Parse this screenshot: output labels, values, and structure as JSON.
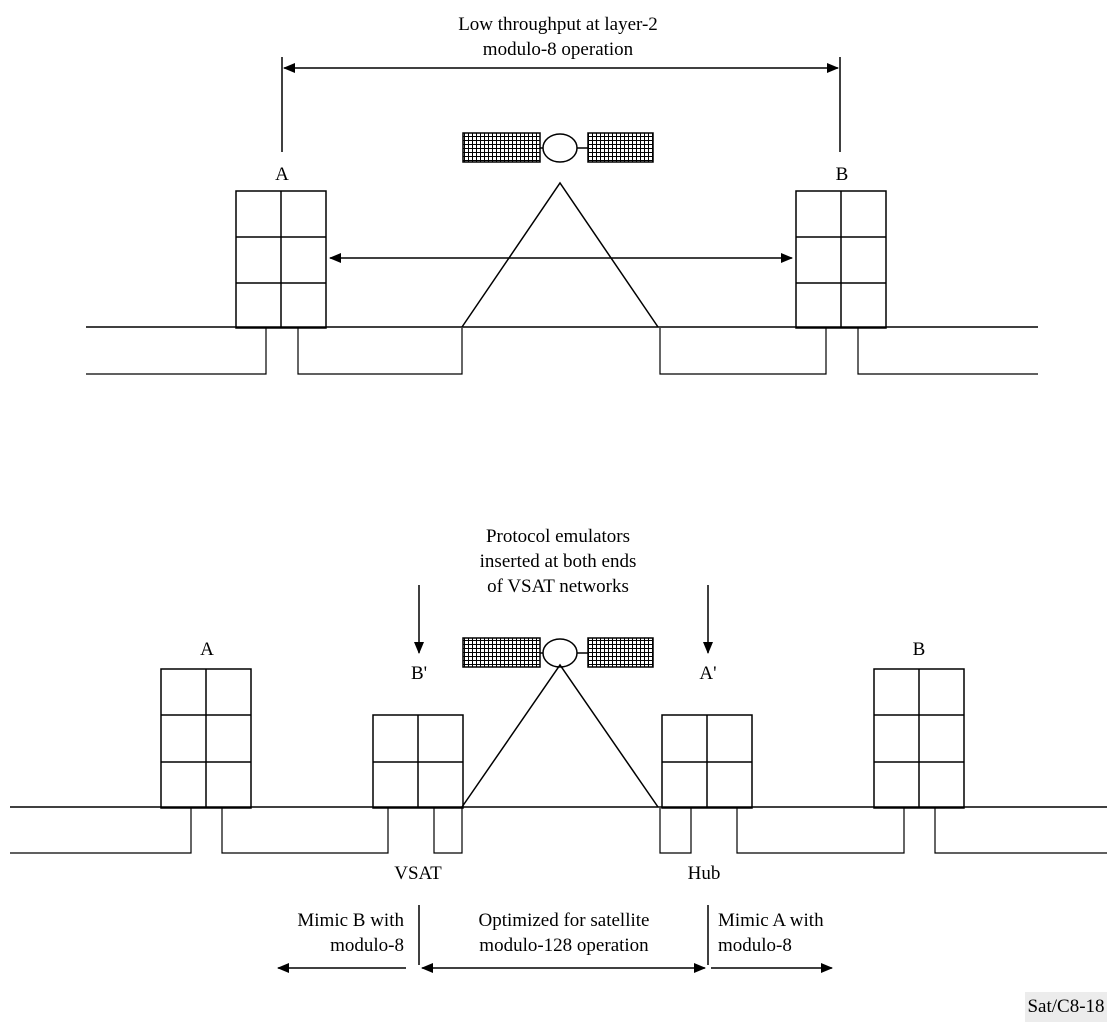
{
  "top": {
    "annotation_line1": "Low throughput at layer-2",
    "annotation_line2": "modulo-8 operation",
    "left_label": "A",
    "right_label": "B"
  },
  "bottom": {
    "annotation_line1": "Protocol emulators",
    "annotation_line2": "inserted at both ends",
    "annotation_line3": "of VSAT networks",
    "far_left_label": "A",
    "emulator_left_label": "B'",
    "emulator_right_label": "A'",
    "far_right_label": "B",
    "vsat_label": "VSAT",
    "hub_label": "Hub",
    "mimic_b_line1": "Mimic B with",
    "mimic_b_line2": "modulo-8",
    "optimized_line1": "Optimized for satellite",
    "optimized_line2": "modulo-128 operation",
    "mimic_a_line1": "Mimic A with",
    "mimic_a_line2": "modulo-8"
  },
  "figure_id": "Sat/C8-18"
}
